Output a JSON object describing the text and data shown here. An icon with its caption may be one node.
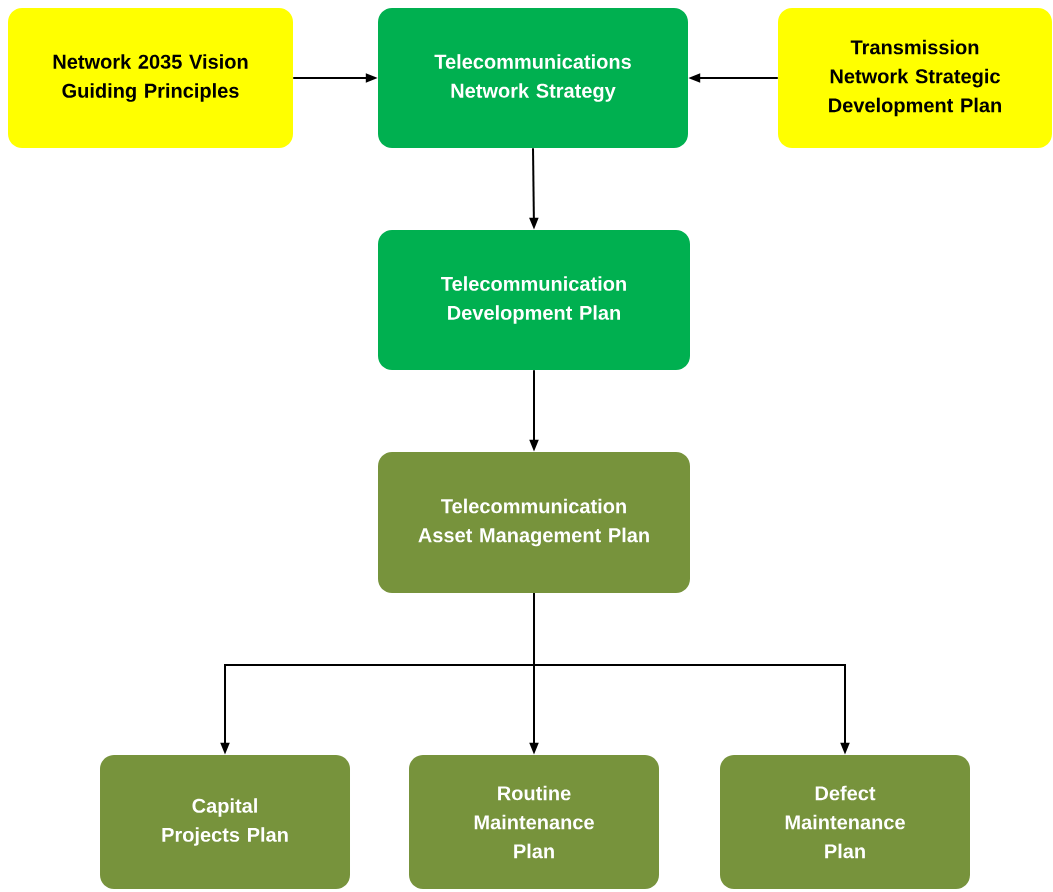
{
  "diagram": {
    "nodes": [
      {
        "text": [
          "Network 2035 Vision Guiding Principles"
        ]
      },
      {
        "text": [
          "Telecommunications Network Strategy"
        ]
      },
      {
        "text": [
          "Transmission Network Strategic Development Plan"
        ]
      },
      {
        "text": [
          "Telecommunication Development Plan"
        ]
      },
      {
        "text": [
          "Telecommunication Asset Management Plan"
        ]
      },
      {
        "text": [
          "Capital Projects Plan"
        ]
      },
      {
        "text": [
          "Routine Maintenance Plan"
        ]
      },
      {
        "text": [
          "Defect Maintenance Plan"
        ]
      }
    ],
    "edges": [
      {
        "from": 0,
        "to": 1,
        "arrow": "to"
      },
      {
        "from": 2,
        "to": 1,
        "arrow": "to"
      },
      {
        "from": 1,
        "to": 3,
        "arrow": "to"
      },
      {
        "from": 3,
        "to": 4,
        "arrow": "to"
      },
      {
        "from": 4,
        "to": 5,
        "arrow": "to"
      },
      {
        "from": 4,
        "to": 6,
        "arrow": "to"
      },
      {
        "from": 4,
        "to": 7,
        "arrow": "to"
      }
    ]
  }
}
